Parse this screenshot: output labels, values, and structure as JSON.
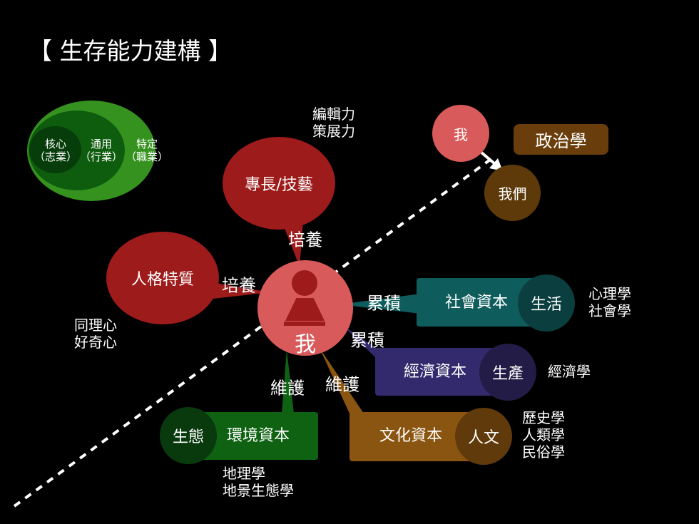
{
  "title": "【 生存能力建構 】",
  "legend": {
    "core": [
      "核心",
      "（志業）"
    ],
    "general": [
      "通用",
      "（行業）"
    ],
    "specific": [
      "特定",
      "（職業）"
    ]
  },
  "self_label": "我",
  "skill": {
    "label": "專長/技藝",
    "link": "培養",
    "notes": [
      "編輯力",
      "策展力"
    ]
  },
  "personality": {
    "label": "人格特質",
    "link": "培養",
    "notes": [
      "同理心",
      "好奇心"
    ]
  },
  "social": {
    "capital": "社會資本",
    "domain": "生活",
    "link": "累積",
    "notes": [
      "心理學",
      "社會學"
    ]
  },
  "economic": {
    "capital": "經濟資本",
    "domain": "生產",
    "link": "累積",
    "notes": [
      "經濟學"
    ]
  },
  "environment": {
    "capital": "環境資本",
    "domain": "生態",
    "link": "維護",
    "notes": [
      "地理學",
      "地景生態學"
    ]
  },
  "culture": {
    "capital": "文化資本",
    "domain": "人文",
    "link": "維護",
    "notes": [
      "歷史學",
      "人類學",
      "民俗學"
    ]
  },
  "politics": {
    "me": "我",
    "us": "我們",
    "field": "政治學"
  },
  "colors": {
    "red": "#9e1b1b",
    "self": "#d95a5a",
    "teal": "#0f5c5c",
    "purple": "#332a6e",
    "green": "#0e6212",
    "brown": "#8a5510"
  }
}
